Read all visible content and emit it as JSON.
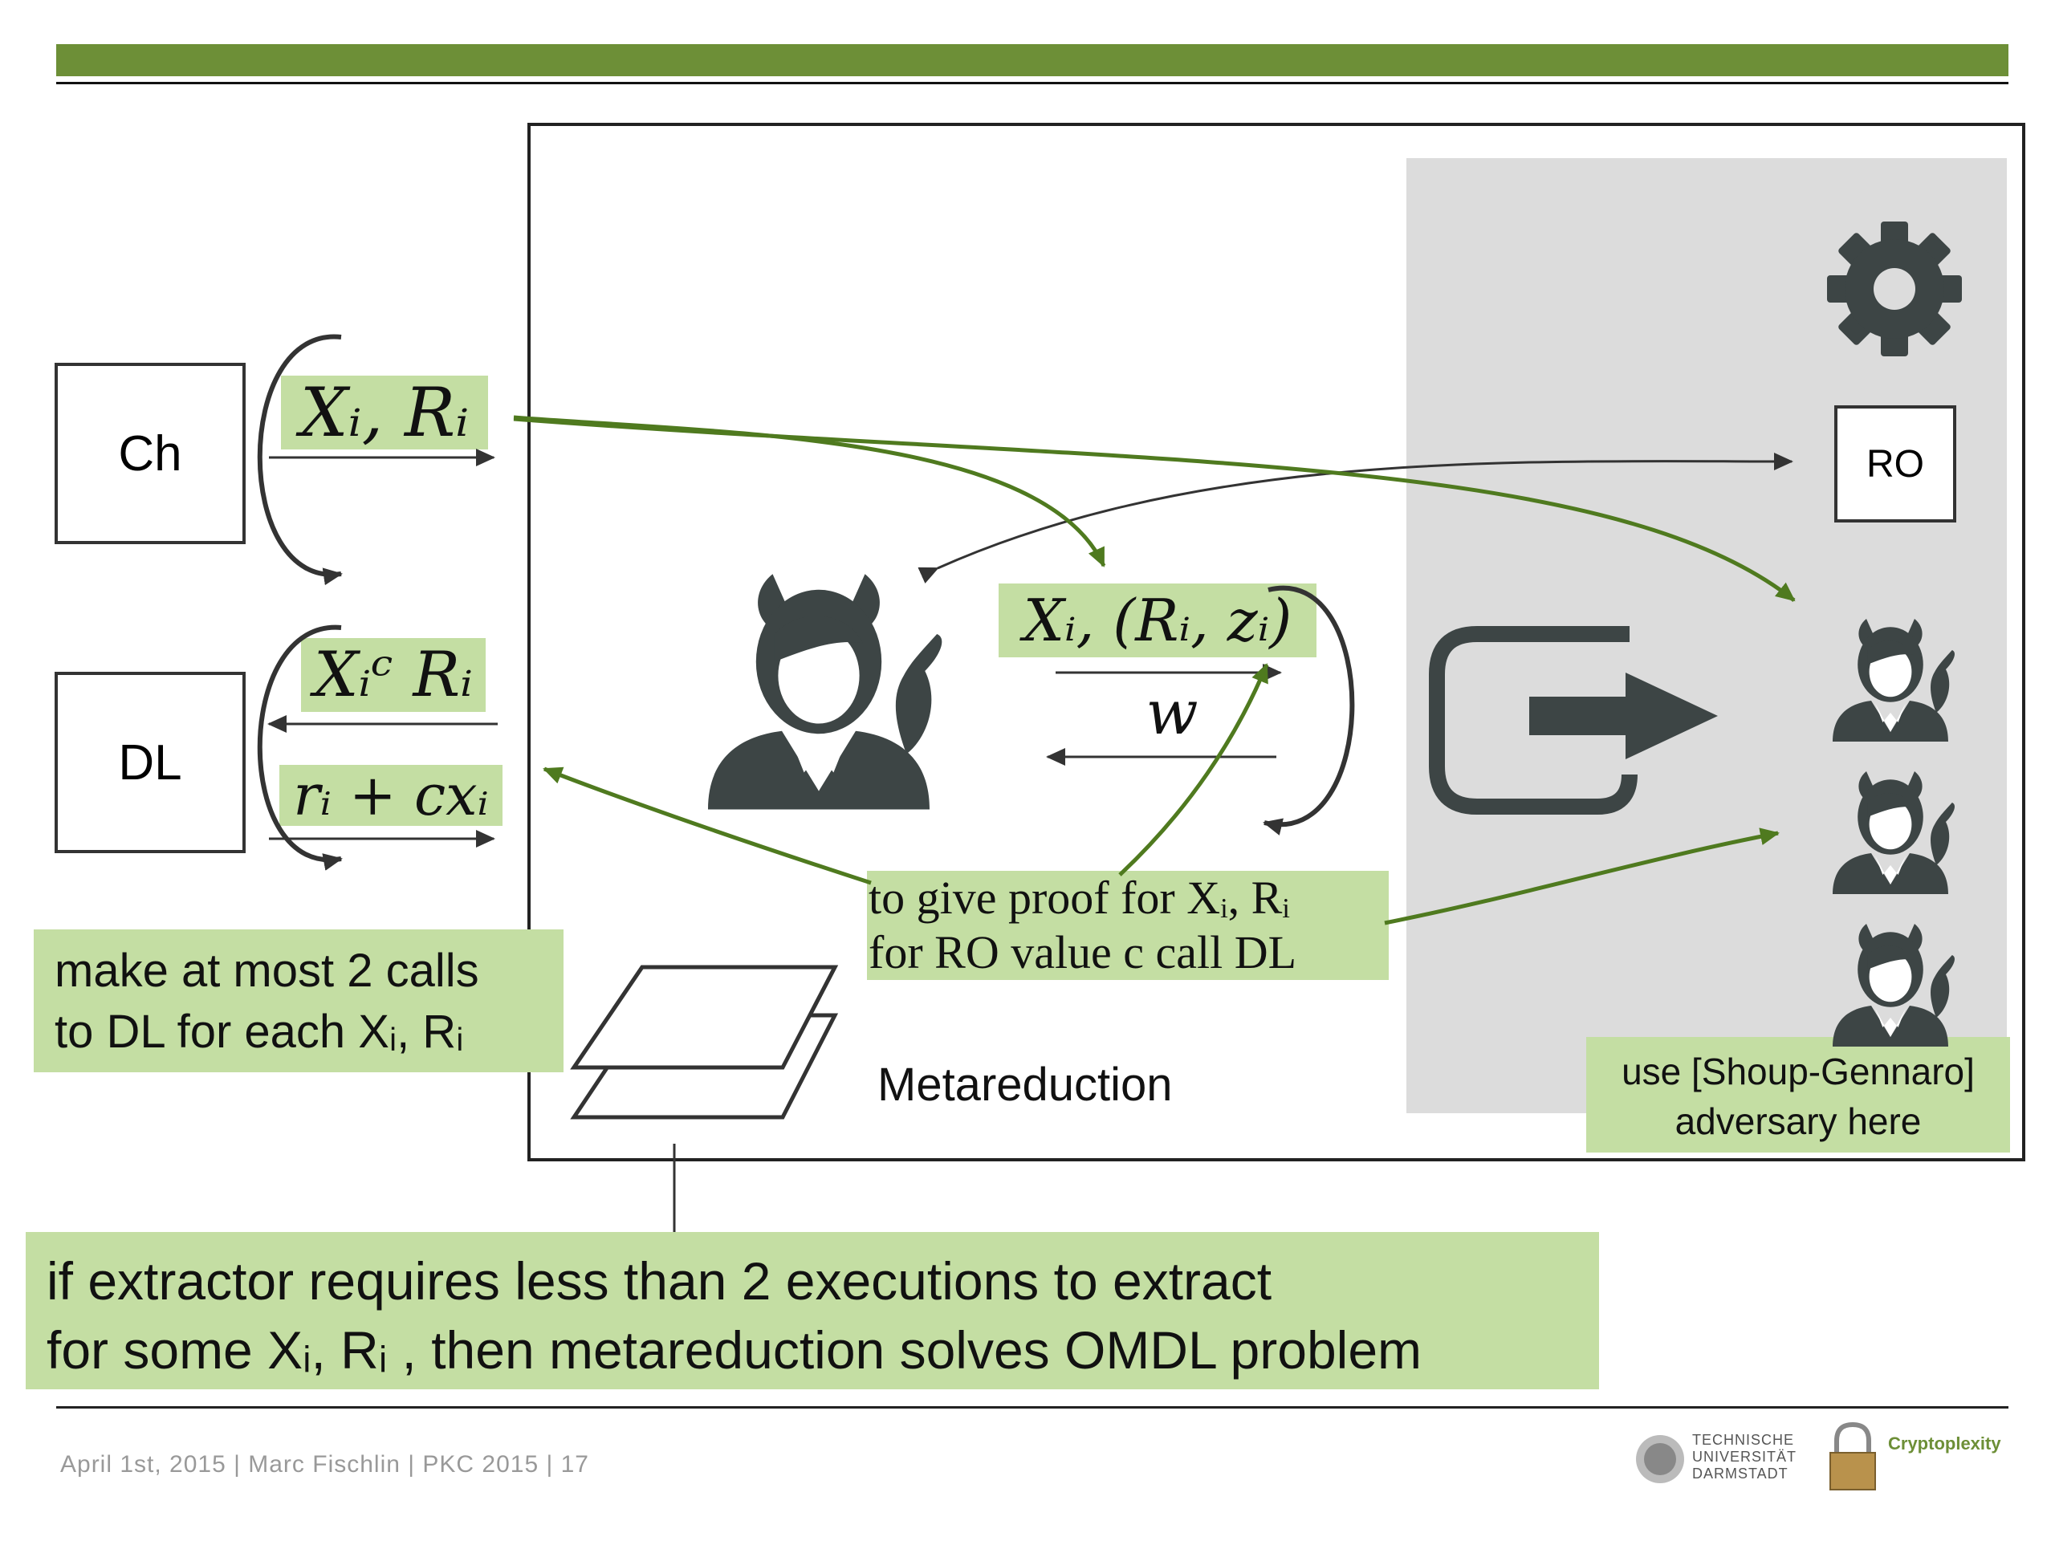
{
  "header": {
    "accent": "#6d8f37"
  },
  "colors": {
    "highlight": "#c4dea3",
    "arrow_green": "#4f7a1f",
    "gray_panel": "#dcdcdc",
    "icon_dark": "#3d4545"
  },
  "boxes": {
    "ch": "Ch",
    "dl": "DL",
    "ro": "RO"
  },
  "math": {
    "xr_challenge": "Xᵢ, Rᵢ",
    "xc_r": "Xᵢᶜ Rᵢ",
    "r_plus_cx": "rᵢ + cxᵢ",
    "xr_z": "Xᵢ, (Rᵢ, zᵢ)",
    "w": "w"
  },
  "notes": {
    "proof_line1": "to give proof for Xᵢ, Rᵢ",
    "proof_line2": "for RO value c call DL",
    "calls_line1": "make at most 2 calls",
    "calls_line2": "to DL for each Xᵢ, Rᵢ",
    "shoup_line1": "use [Shoup-Gennaro]",
    "shoup_line2": "adversary here",
    "extract_line1": "if extractor requires less than 2 executions to extract",
    "extract_line2": "for some Xᵢ, Rᵢ , then metareduction solves OMDL problem"
  },
  "metareduction_label": "Metareduction",
  "icons": [
    "gear-icon",
    "adversary-icon",
    "exit-arrow-icon",
    "layers-icon"
  ],
  "footer": {
    "text": "April 1st, 2015 | Marc Fischlin | PKC 2015 | 17"
  },
  "logos": {
    "tud_line1": "TECHNISCHE",
    "tud_line2": "UNIVERSITÄT",
    "tud_line3": "DARMSTADT",
    "crypto": "Cryptoplexity"
  }
}
